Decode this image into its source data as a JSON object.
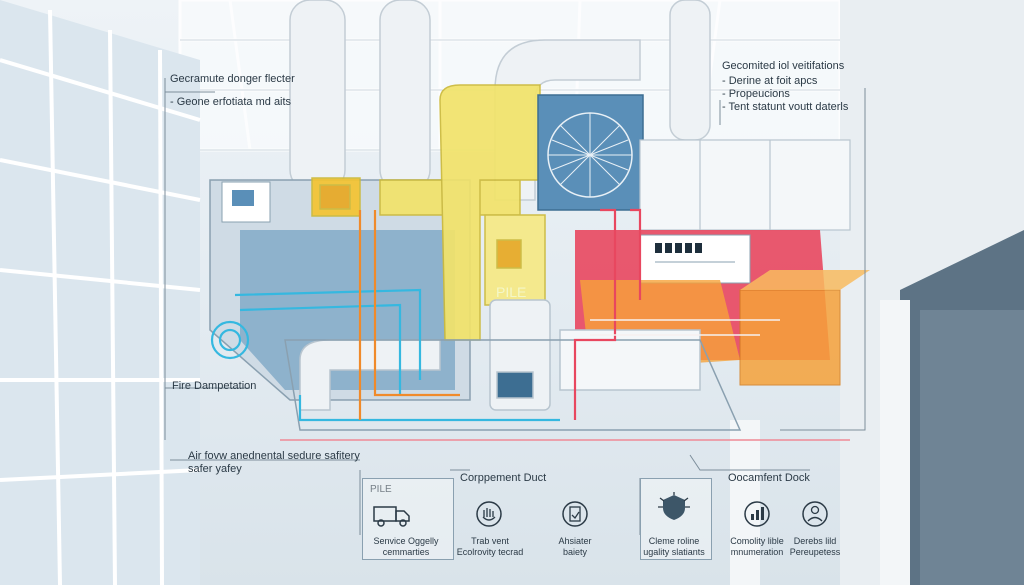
{
  "annotations": {
    "top_left": {
      "title": "Gecramute donger flecter",
      "bullet": "- Geone erfotiata md aits"
    },
    "top_right": {
      "title": "Gecomited iol veitifations",
      "bullets": [
        "- Derine at foit apcs",
        "- Propeucions",
        "- Tent statunt voutt daterls"
      ]
    },
    "fire": "Fire Dampetation",
    "airflow": {
      "line1": "Air fovw anednental sedure safitery",
      "line2": "safer yafey"
    },
    "component_duct": "Corppement Duct",
    "component_dock": "Oocamfent Dock",
    "pile_tag": "PILE",
    "pile_bottom": "PILE"
  },
  "bottom_items": [
    {
      "icon": "truck-icon",
      "line1": "Senvice Oggelly",
      "line2": "cemmarties"
    },
    {
      "icon": "hand-icon",
      "line1": "Trab vent",
      "line2": "Ecolrovity tecrad"
    },
    {
      "icon": "tablet-icon",
      "line1": "Ahsiater",
      "line2": "baiety"
    },
    {
      "icon": "shield-icon",
      "line1": "Cleme roline",
      "line2": "ugality slatiants"
    },
    {
      "icon": "chart-icon",
      "line1": "Comolity lible",
      "line2": "mnumeration"
    },
    {
      "icon": "person-icon",
      "line1": "Derebs lild",
      "line2": "Pereupetess"
    }
  ],
  "colors": {
    "yellow_duct": "#f2e36a",
    "red_unit": "#e8475f",
    "orange_unit": "#f6a23a",
    "blue_unit": "#5a8fb8",
    "cyan_pipe": "#35b8e0",
    "orange_pipe": "#f08a2a",
    "outline": "#8aa0b0"
  }
}
